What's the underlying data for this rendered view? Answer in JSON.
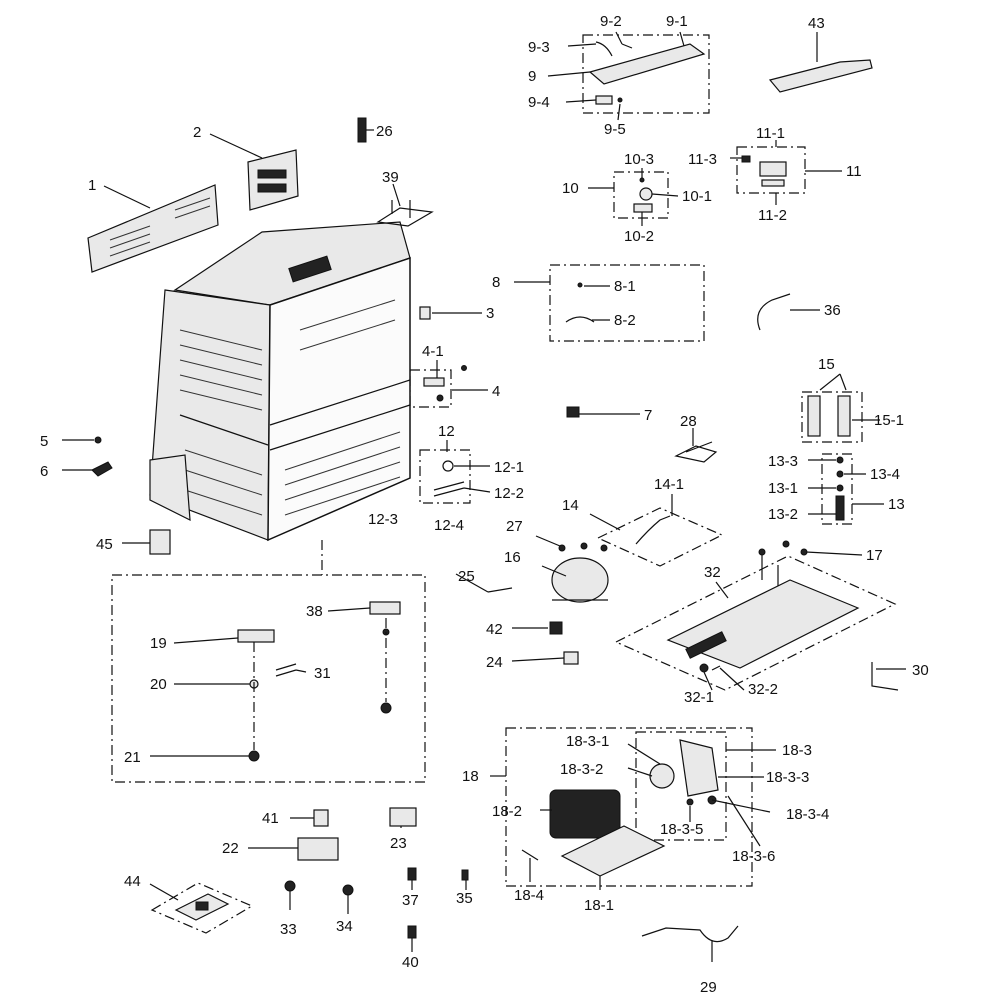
{
  "callouts": {
    "c1": "1",
    "c2": "2",
    "c3": "3",
    "c4": "4",
    "c4_1": "4-1",
    "c5": "5",
    "c6": "6",
    "c7": "7",
    "c8": "8",
    "c8_1": "8-1",
    "c8_2": "8-2",
    "c9": "9",
    "c9_1": "9-1",
    "c9_2": "9-2",
    "c9_3": "9-3",
    "c9_4": "9-4",
    "c9_5": "9-5",
    "c10": "10",
    "c10_1": "10-1",
    "c10_2": "10-2",
    "c10_3": "10-3",
    "c11": "11",
    "c11_1": "11-1",
    "c11_2": "11-2",
    "c11_3": "11-3",
    "c12": "12",
    "c12_1": "12-1",
    "c12_2": "12-2",
    "c12_3": "12-3",
    "c12_4": "12-4",
    "c13": "13",
    "c13_1": "13-1",
    "c13_2": "13-2",
    "c13_3": "13-3",
    "c13_4": "13-4",
    "c14": "14",
    "c14_1": "14-1",
    "c15": "15",
    "c15_1": "15-1",
    "c16": "16",
    "c17": "17",
    "c18": "18",
    "c18_1": "18-1",
    "c18_2": "18-2",
    "c18_3": "18-3",
    "c18_3_1": "18-3-1",
    "c18_3_2": "18-3-2",
    "c18_3_3": "18-3-3",
    "c18_3_4": "18-3-4",
    "c18_3_5": "18-3-5",
    "c18_3_6": "18-3-6",
    "c18_4": "18-4",
    "c19": "19",
    "c20": "20",
    "c21": "21",
    "c22": "22",
    "c23": "23",
    "c24": "24",
    "c25": "25",
    "c26": "26",
    "c27": "27",
    "c28": "28",
    "c29": "29",
    "c30": "30",
    "c31": "31",
    "c32": "32",
    "c32_1": "32-1",
    "c32_2": "32-2",
    "c33": "33",
    "c34": "34",
    "c35": "35",
    "c36": "36",
    "c37": "37",
    "c38": "38",
    "c39": "39",
    "c40": "40",
    "c41": "41",
    "c42": "42",
    "c43": "43",
    "c44": "44",
    "c45": "45"
  }
}
